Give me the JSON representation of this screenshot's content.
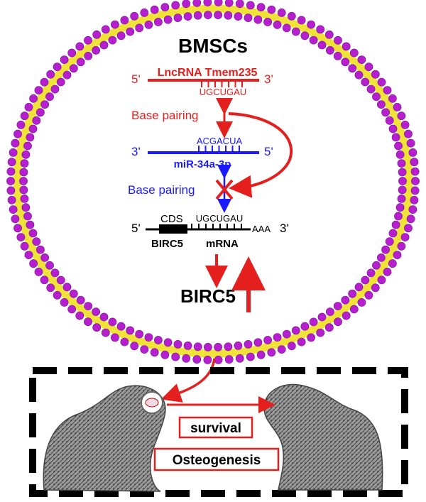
{
  "diagram": {
    "cell_label": "BMSCs",
    "lncrna": {
      "five_prime": "5'",
      "name": "LncRNA Tmem235",
      "three_prime": "3'",
      "seed": "UGCUGAU"
    },
    "mirna": {
      "three_prime": "3'",
      "seed": "ACGACUA",
      "name": "miR-34a-3p",
      "five_prime": "5'"
    },
    "mrna": {
      "five_prime": "5'",
      "cds": "CDS",
      "seed": "UGCUGAU",
      "poly_a": "AAA",
      "three_prime": "3'",
      "gene": "BIRC5",
      "type": "mRNA"
    },
    "base_pairing_1": "Base pairing",
    "base_pairing_2": "Base pairing",
    "protein": "BIRC5",
    "outcome_1": "survival",
    "outcome_2": "Osteogenesis",
    "colors": {
      "lnc": "#e4201f",
      "mir": "#1a1aff",
      "membrane_head": "#b51fcf",
      "membrane_tail": "#f1e23a"
    }
  }
}
